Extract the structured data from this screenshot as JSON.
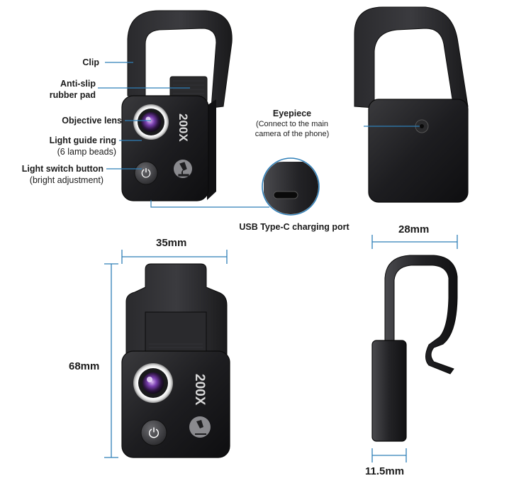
{
  "callouts": {
    "clip": "Clip",
    "anti_slip_1": "Anti-slip",
    "anti_slip_2": "rubber pad",
    "objective_lens": "Objective lens",
    "light_guide_ring": "Light guide ring",
    "lamp_beads": "(6 lamp beads)",
    "light_switch_button": "Light switch button",
    "bright_adjustment": "(bright adjustment)",
    "eyepiece": "Eyepiece",
    "eyepiece_note_1": "(Connect to the main",
    "eyepiece_note_2": "camera of the phone)",
    "usb_port": "USB Type-C charging port"
  },
  "dimensions": {
    "width": "35mm",
    "height": "68mm",
    "clip_depth": "28mm",
    "body_thickness": "11.5mm"
  },
  "device": {
    "magnification": "200X",
    "power_symbol": "⏻"
  },
  "colors": {
    "accent_line": "#2f7fb8",
    "device_body": "#1c1c1e",
    "device_edge": "#3a3a3c"
  }
}
